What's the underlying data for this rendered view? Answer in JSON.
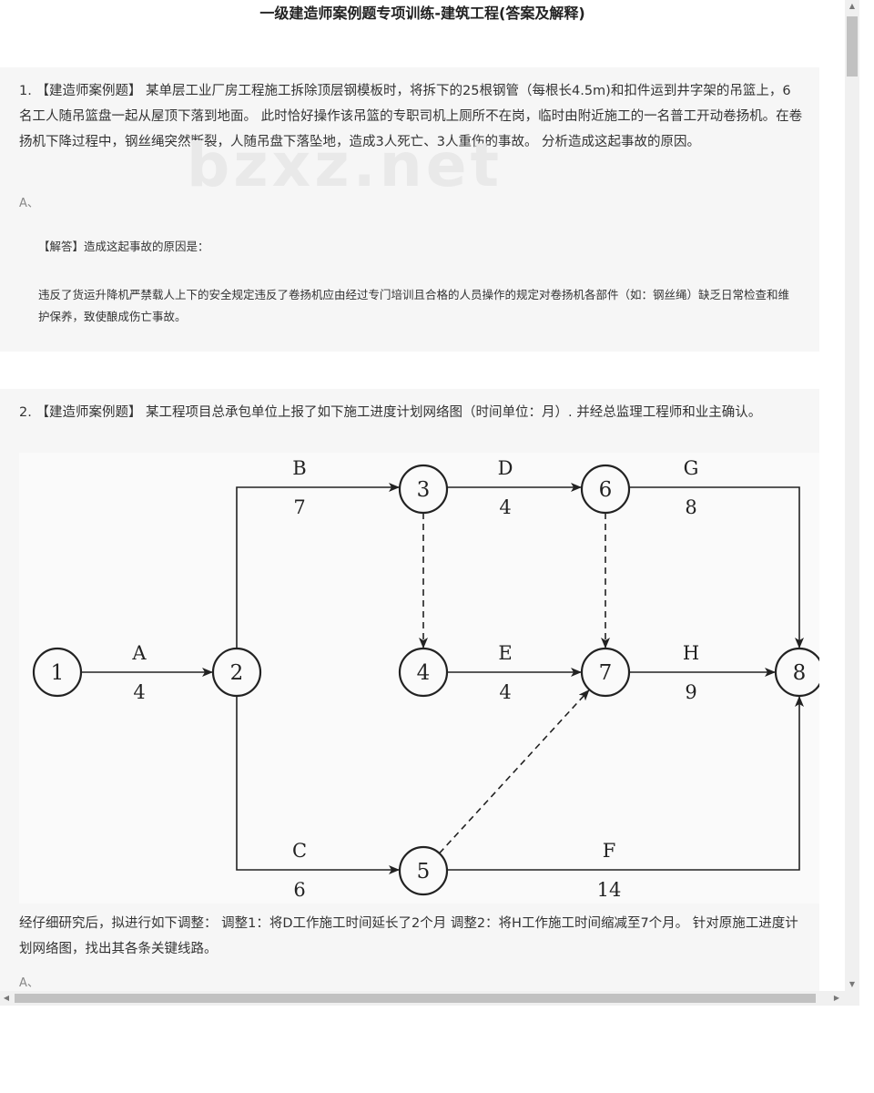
{
  "page": {
    "title": "一级建造师案例题专项训练-建筑工程(答案及解释)",
    "watermark": "bzxz.net"
  },
  "q1": {
    "text": "1. 【建造师案例题】 某单层工业厂房工程施工拆除顶层钢模板时，将拆下的25根钢管（每根长4.5m)和扣件运到井字架的吊篮上，6名工人随吊篮盘一起从屋顶下落到地面。 此时恰好操作该吊篮的专职司机上厕所不在岗，临时由附近施工的一名普工开动卷扬机。在卷扬机下降过程中，钢丝绳突然断裂，人随吊盘下落坠地，造成3人死亡、3人重伤的事故。 分析造成这起事故的原因。",
    "answer_mark": "A、",
    "explain_head": "【解答】造成这起事故的原因是：",
    "explain_body": "违反了货运升降机严禁载人上下的安全规定违反了卷扬机应由经过专门培训且合格的人员操作的规定对卷扬机各部件（如：钢丝绳）缺乏日常检查和维护保养，致使酿成伤亡事故。"
  },
  "q2": {
    "text": "2. 【建造师案例题】 某工程项目总承包单位上报了如下施工进度计划网络图（时间单位：月）. 并经总监理工程师和业主确认。",
    "after_text": "经仔细研究后，拟进行如下调整： 调整1：将D工作施工时间延长了2个月 调整2：将H工作施工时间缩减至7个月。 针对原施工进度计划网络图，找出其各条关键线路。",
    "answer_mark": "A、"
  },
  "network": {
    "nodes": [
      "1",
      "2",
      "3",
      "4",
      "5",
      "6",
      "7",
      "8"
    ],
    "activities": [
      {
        "name": "A",
        "duration": "4",
        "from": "1",
        "to": "2"
      },
      {
        "name": "B",
        "duration": "7",
        "from": "2",
        "to": "3"
      },
      {
        "name": "C",
        "duration": "6",
        "from": "2",
        "to": "5"
      },
      {
        "name": "D",
        "duration": "4",
        "from": "3",
        "to": "6"
      },
      {
        "name": "E",
        "duration": "4",
        "from": "4",
        "to": "7"
      },
      {
        "name": "F",
        "duration": "14",
        "from": "5",
        "to": "8"
      },
      {
        "name": "G",
        "duration": "8",
        "from": "6",
        "to": "8"
      },
      {
        "name": "H",
        "duration": "9",
        "from": "7",
        "to": "8"
      }
    ],
    "dummies": [
      {
        "from": "3",
        "to": "4"
      },
      {
        "from": "6",
        "to": "7"
      },
      {
        "from": "5",
        "to": "7"
      }
    ]
  }
}
